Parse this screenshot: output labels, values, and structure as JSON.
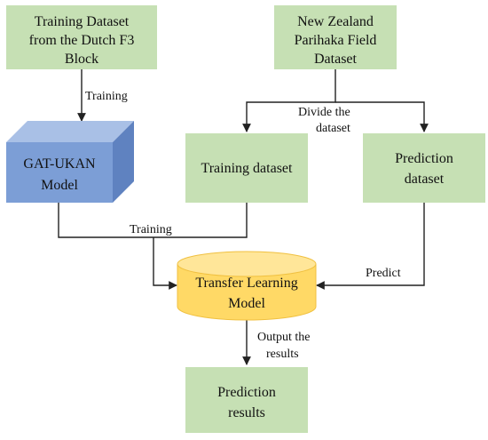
{
  "colors": {
    "green_box": "#c6e0b4",
    "blue_front": "#7c9ed6",
    "blue_top": "#a9c0e6",
    "blue_side": "#5f82c0",
    "cylinder": "#ffd966",
    "cylinder_top": "#ffe699",
    "cylinder_edge": "#f0c040",
    "line": "#222222"
  },
  "nodes": {
    "training_dutch": [
      "Training Dataset",
      "from the Dutch F3",
      "Block"
    ],
    "nz_dataset": [
      "New Zealand",
      "Parihaka Field",
      "Dataset"
    ],
    "gat_ukan": [
      "GAT-UKAN",
      "Model"
    ],
    "training_dataset": [
      "Training dataset"
    ],
    "prediction_dataset": [
      "Prediction",
      "dataset"
    ],
    "transfer_learning": [
      "Transfer Learning",
      "Model"
    ],
    "prediction_results": [
      "Prediction",
      "results"
    ]
  },
  "edge_labels": {
    "training_top": [
      "Training"
    ],
    "divide": [
      "Divide the",
      "dataset"
    ],
    "training_mid": [
      "Training"
    ],
    "predict": [
      "Predict"
    ],
    "output": [
      "Output the",
      "results"
    ]
  }
}
